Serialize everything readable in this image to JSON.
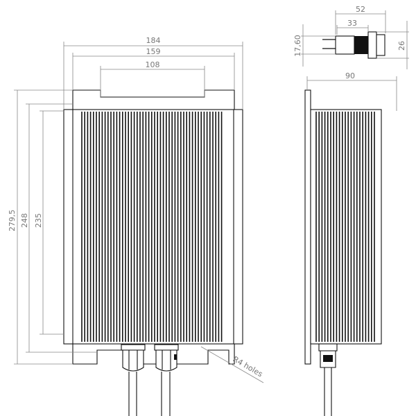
{
  "front_view": {
    "dims": {
      "width_overall": "184",
      "width_mount": "159",
      "width_inner": "108",
      "height_overall": "279,5",
      "height_mount": "248",
      "height_body": "235"
    },
    "note": "R4 holes"
  },
  "side_view": {
    "dims": {
      "depth": "90"
    }
  },
  "connector_view": {
    "dims": {
      "length": "52",
      "thread_length": "33",
      "diameter_small": "17,60",
      "diameter_head": "26"
    }
  }
}
